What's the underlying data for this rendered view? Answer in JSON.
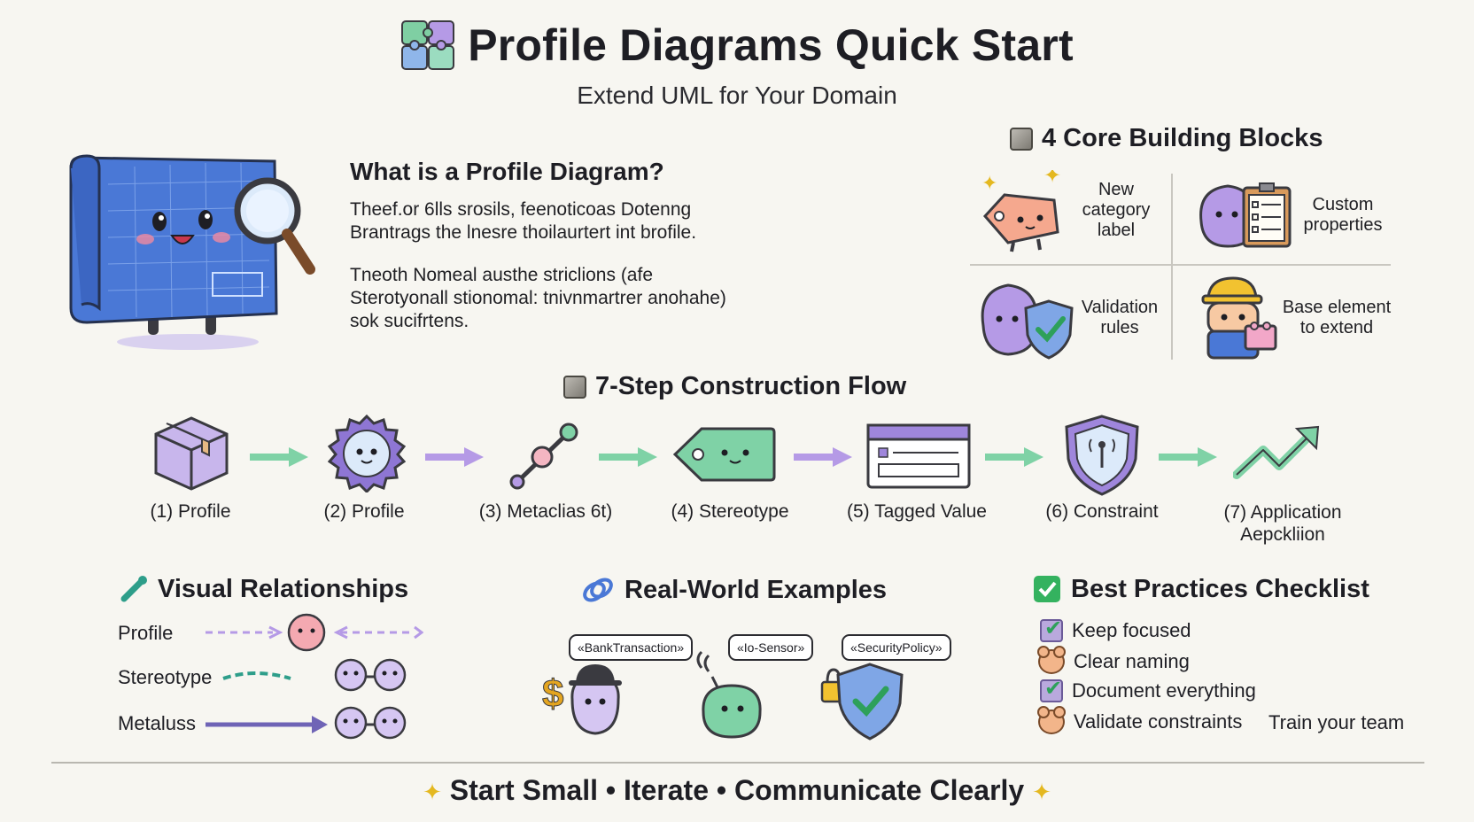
{
  "header": {
    "title": "Profile Diagrams Quick Start",
    "subtitle": "Extend UML for Your Domain"
  },
  "intro": {
    "heading": "What is a Profile Diagram?",
    "paragraph1_line1": "Theef.or 6lls srosils, feenoticoas Dotenng",
    "paragraph1_line2": "Brantrags the lnesre thoilaurtert int brofile.",
    "paragraph2_line1": "Tneoth Nomeal austhe striclions (afe",
    "paragraph2_line2": "Sterotyonall stionomal: tnivnmartrer anohahe)",
    "paragraph2_line3": "sok sucifrtens."
  },
  "building_blocks": {
    "heading": "4 Core Building Blocks",
    "items": [
      {
        "label_line1": "New",
        "label_line2": "category",
        "label_line3": "label",
        "icon": "tag-creature-icon"
      },
      {
        "label_line1": "Custom",
        "label_line2": "properties",
        "icon": "clipboard-creature-icon"
      },
      {
        "label_line1": "Validation",
        "label_line2": "rules",
        "icon": "shield-creature-icon"
      },
      {
        "label_line1": "Base element",
        "label_line2": "to extend",
        "icon": "builder-creature-icon"
      }
    ]
  },
  "flow": {
    "heading": "7-Step Construction Flow",
    "steps": [
      {
        "label": "(1) Profile",
        "icon": "package-box-icon"
      },
      {
        "label": "(2) Profile",
        "icon": "gear-face-icon"
      },
      {
        "label": "(3) Metaclias 6t)",
        "icon": "link-node-icon"
      },
      {
        "label": "(4) Stereotype",
        "icon": "tag-face-icon"
      },
      {
        "label": "(5) Tagged Value",
        "icon": "window-form-icon"
      },
      {
        "label": "(6) Constraint",
        "icon": "shield-antenna-icon"
      },
      {
        "label_line1": "(7) Application",
        "label_line2": "Aepckliion",
        "icon": "trend-arrow-icon"
      }
    ]
  },
  "relationships": {
    "heading": "Visual Relationships",
    "rows": [
      {
        "label": "Profile"
      },
      {
        "label": "Stereotype"
      },
      {
        "label": "Metaluss"
      }
    ]
  },
  "examples": {
    "heading": "Real-World Examples",
    "bubbles": [
      "«BankTransaction»",
      "«Io-Sensor»",
      "«SecurityPolicy»"
    ]
  },
  "best_practices": {
    "heading": "Best Practices Checklist",
    "items": [
      "Keep focused",
      "Clear naming",
      "Document everything",
      "Validate constraints"
    ],
    "extra": "Train your team"
  },
  "footer": {
    "text": "Start Small • Iterate • Communicate Clearly"
  },
  "colors": {
    "background": "#f7f6f1",
    "blueprint": "#4a78d6",
    "purple": "#b59ae6",
    "green": "#7fd2a6",
    "pink": "#f4a9b1",
    "check_green": "#2ea05a"
  }
}
